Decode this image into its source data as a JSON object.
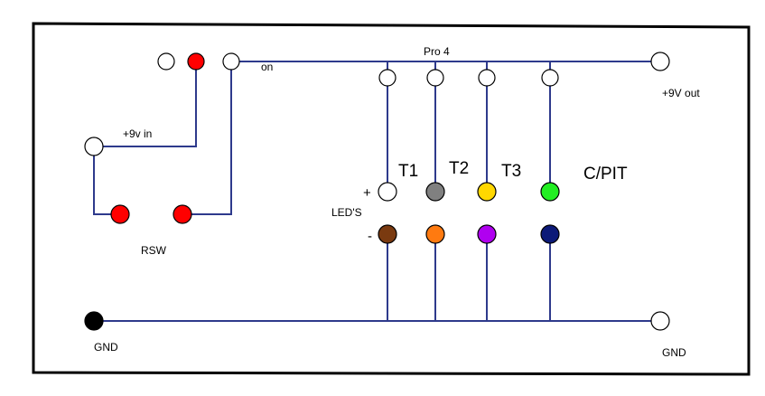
{
  "labels": {
    "pro4": "Pro 4",
    "on": "on",
    "out": "+9V out",
    "in": "+9v in",
    "t1": "T1",
    "t2": "T2",
    "t3": "T3",
    "cpit": "C/PIT",
    "plus": "+",
    "leds": "LED'S",
    "minus": "-",
    "rsw": "RSW",
    "gnd_left": "GND",
    "gnd_right": "GND"
  },
  "colors": {
    "wire": "#2e3a8c",
    "red": "#ff0000",
    "grey": "#808080",
    "yellow": "#ffd700",
    "green": "#22ee22",
    "brown": "#7a3a10",
    "orange": "#ff7a10",
    "purple": "#b000f0",
    "navy": "#0c1a78",
    "black": "#000000",
    "white": "#ffffff"
  }
}
